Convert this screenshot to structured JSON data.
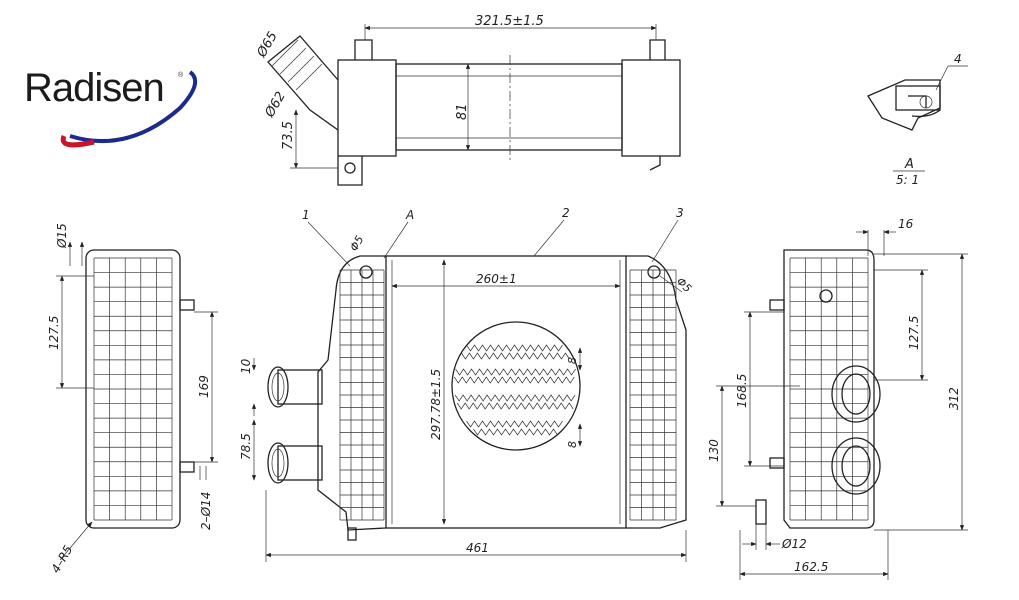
{
  "logo": {
    "name": "Radisen",
    "mark": "®"
  },
  "top_view": {
    "length": "321.5±1.5",
    "height": "81",
    "inlet_outer": "Ø65",
    "inlet_inner": "Ø62",
    "offset": "73.5"
  },
  "detail_a": {
    "callout": "4",
    "label": "A",
    "scale": "5: 1"
  },
  "front_view": {
    "callouts": [
      "1",
      "A",
      "2",
      "3"
    ],
    "corner_left": "Φ5",
    "corner_right": "Φ5",
    "core_width": "260±1",
    "core_height": "297.78±1.5",
    "pipe_gap": "10",
    "pipe_pitch": "78.5",
    "fin_pitch_top": "8",
    "fin_pitch_bottom": "8",
    "overall_width": "461"
  },
  "left_view": {
    "hole": "Ø15",
    "upper": "127.5",
    "mount_span": "169",
    "mount_holes": "2–Ø14",
    "corner": "4–R5"
  },
  "right_view": {
    "offset": "16",
    "upper": "127.5",
    "mid": "168.5",
    "total_height": "312",
    "lower": "130",
    "pin": "Ø12",
    "depth": "162.5"
  }
}
